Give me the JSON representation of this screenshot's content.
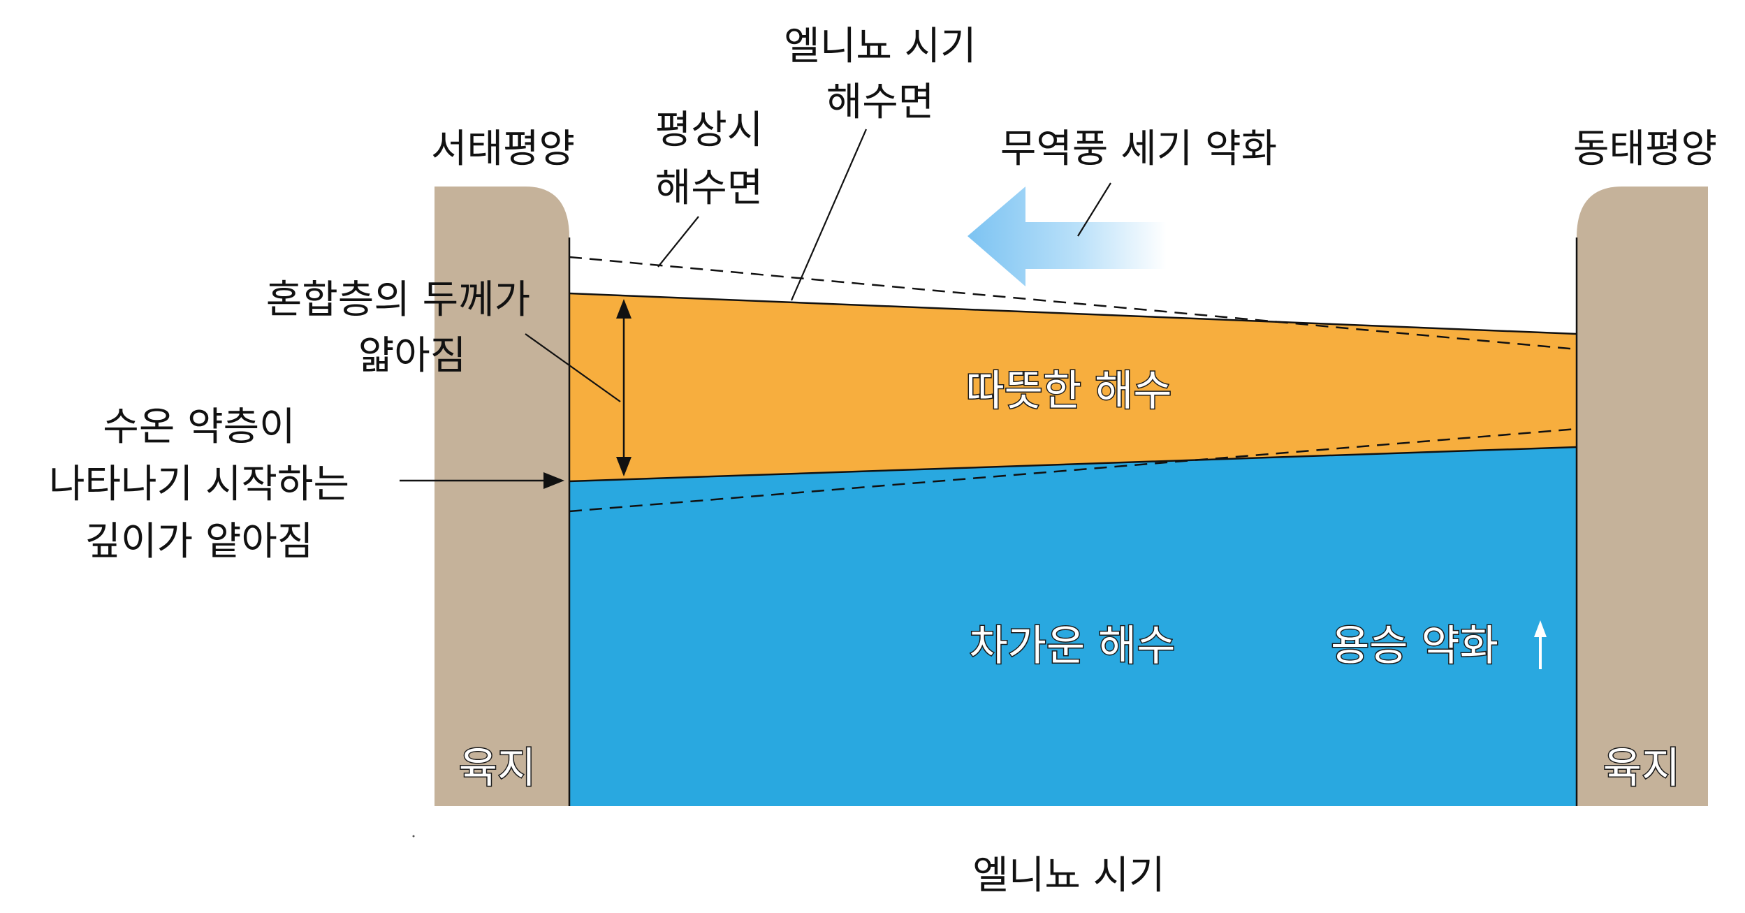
{
  "labels": {
    "west_pacific": "서태평양",
    "east_pacific": "동태평양",
    "normal_sea_level": [
      "평상시",
      "해수면"
    ],
    "elnino_sea_level": [
      "엘니뇨 시기",
      "해수면"
    ],
    "trade_wind_weak": "무역풍 세기 약화",
    "mixed_layer_thin": [
      "혼합층의 두께가",
      "얇아짐"
    ],
    "thermocline_shallow": [
      "수온 약층이",
      "나타나기 시작하는",
      "깊이가 얕아짐"
    ],
    "warm_water": "따뜻한 해수",
    "cold_water": "차가운 해수",
    "upwelling_weak": "용승 약화",
    "land_west": "육지",
    "land_east": "육지",
    "caption": "엘니뇨 시기"
  },
  "colors": {
    "land": "#c5b29a",
    "warm_water": "#f7ae3e",
    "cold_water": "#29a8e0",
    "wind_arrow": "#8ccbf3",
    "line": "#111111"
  }
}
